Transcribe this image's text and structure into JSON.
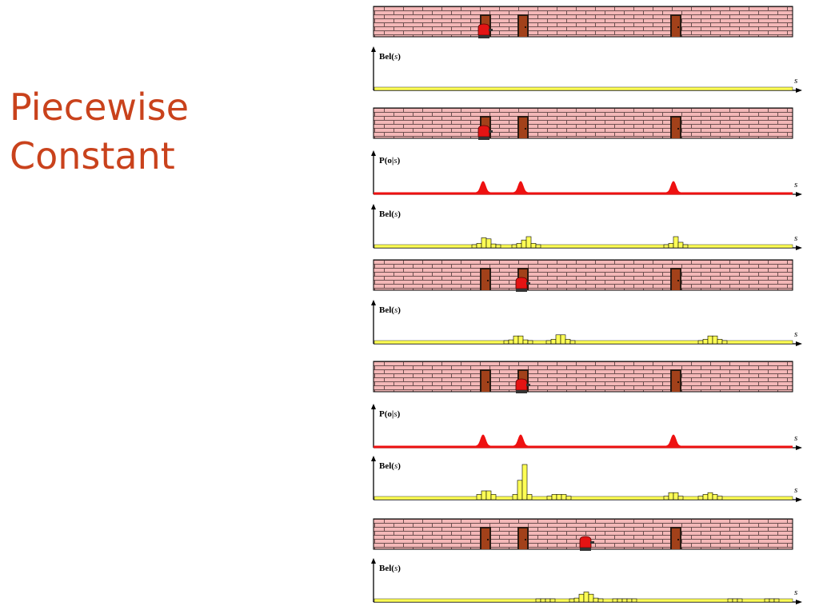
{
  "slide": {
    "title_line1": "Piecewise",
    "title_line2": "Constant"
  },
  "colors": {
    "title": "#c9421c",
    "wall": "#f4b8b8",
    "mortar": "#6e5050",
    "door": "#a2411a",
    "robot": "#e31414",
    "belief": "#ffff55",
    "observation": "#ee1111"
  },
  "panels": [
    {
      "kind": "wall",
      "robot_at": "door 1"
    },
    {
      "kind": "belief",
      "label_prefix": "Bel(",
      "label_var": "s",
      "label_suffix": ")",
      "axis_label": "s",
      "distribution": "uniform"
    },
    {
      "kind": "wall",
      "robot_at": "door 1"
    },
    {
      "kind": "observation",
      "label_prefix": "P(o|",
      "label_var": "s",
      "label_suffix": ")",
      "axis_label": "s",
      "peaks_at": [
        "door 1",
        "door 2",
        "door 3"
      ]
    },
    {
      "kind": "belief",
      "label_prefix": "Bel(",
      "label_var": "s",
      "label_suffix": ")",
      "axis_label": "s",
      "distribution": "three bumps at doors"
    },
    {
      "kind": "wall",
      "robot_at": "door 2"
    },
    {
      "kind": "belief",
      "label_prefix": "Bel(",
      "label_var": "s",
      "label_suffix": ")",
      "axis_label": "s",
      "distribution": "three bumps shifted right"
    },
    {
      "kind": "wall",
      "robot_at": "door 2"
    },
    {
      "kind": "observation",
      "label_prefix": "P(o|",
      "label_var": "s",
      "label_suffix": ")",
      "axis_label": "s",
      "peaks_at": [
        "door 1",
        "door 2",
        "door 3"
      ]
    },
    {
      "kind": "belief",
      "label_prefix": "Bel(",
      "label_var": "s",
      "label_suffix": ")",
      "axis_label": "s",
      "distribution": "sharp peak at door 2"
    },
    {
      "kind": "wall",
      "robot_at": "between door 2 and door 3"
    },
    {
      "kind": "belief",
      "label_prefix": "Bel(",
      "label_var": "s",
      "label_suffix": ")",
      "axis_label": "s",
      "distribution": "peak shifted right, spread"
    }
  ]
}
